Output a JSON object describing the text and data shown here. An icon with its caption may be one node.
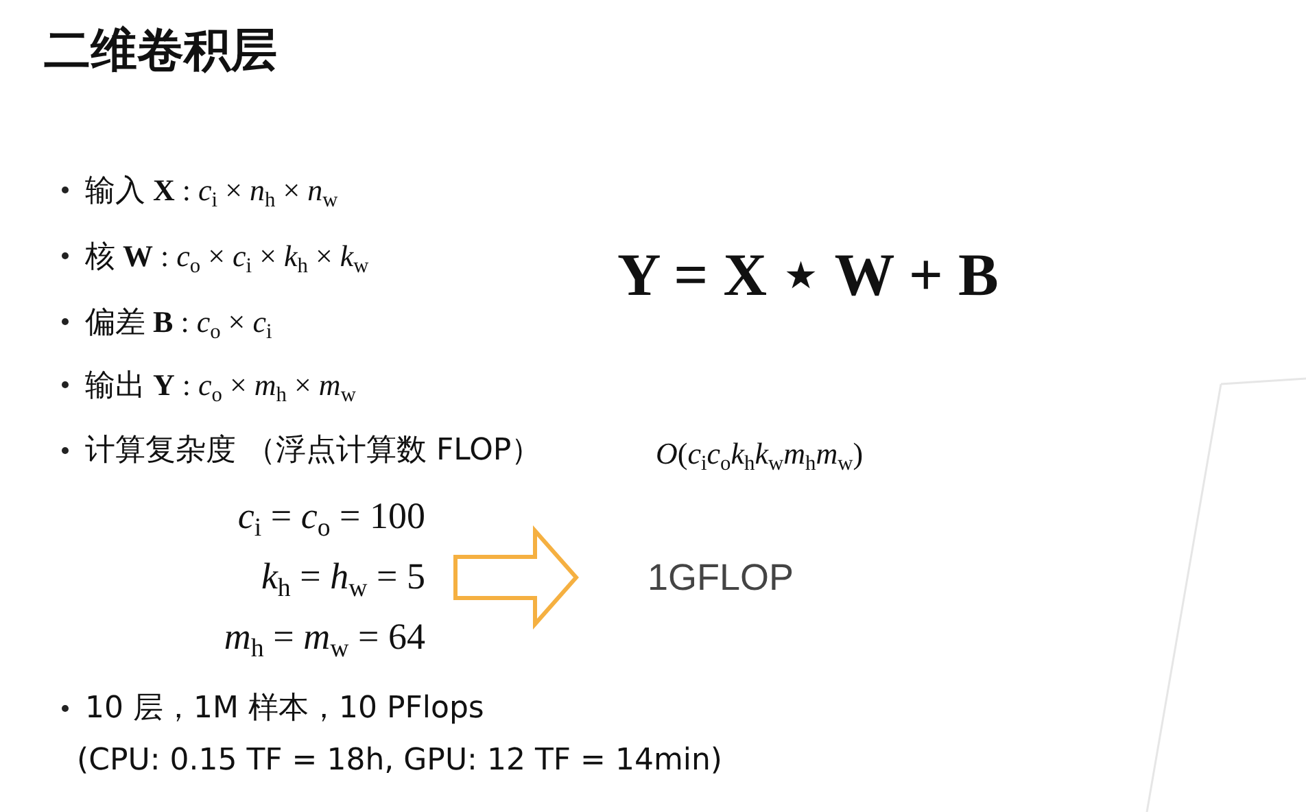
{
  "diagram": {
    "title": "二维卷积层",
    "nodes": [
      {
        "text": [
          "*c*$_{i}$ = *c*$_{o}$ = 100",
          "*k*$_{h}$ = *h*$_{w}$ = 5",
          "*m*$_{h}$ = *m*$_{w}$ = 64"
        ]
      },
      {
        "text": [
          "1GFLOP"
        ]
      }
    ],
    "edges": [
      {
        "from": 0,
        "to": 1,
        "arrow": "to"
      }
    ],
    "labels": [
      "输入 **X** : *c*$_{i}$ × *n*$_{h}$ × *n*$_{w}$",
      "核 **W** : *c*$_{o}$ × *c*$_{i}$ × *k*$_{h}$ × *k*$_{w}$",
      "Y = X ⋆ W + B",
      "偏差 **B** : *c*$_{o}$ × *c*$_{i}$",
      "输出 **Y** : *c*$_{o}$ × *m*$_{h}$ × *m*$_{w}$",
      "计算复杂度 （浮点计算数 FLOP）",
      "*O*(*c*$_{i}$*c*$_{o}$*k*$_{h}$*k*$_{w}$*m*$_{h}$*m*$_{w}$)",
      "10 层，1M 样本，10 PFlops",
      "(CPU: 0.15 TF = 18h, GPU: 12 TF = 14min)"
    ]
  }
}
